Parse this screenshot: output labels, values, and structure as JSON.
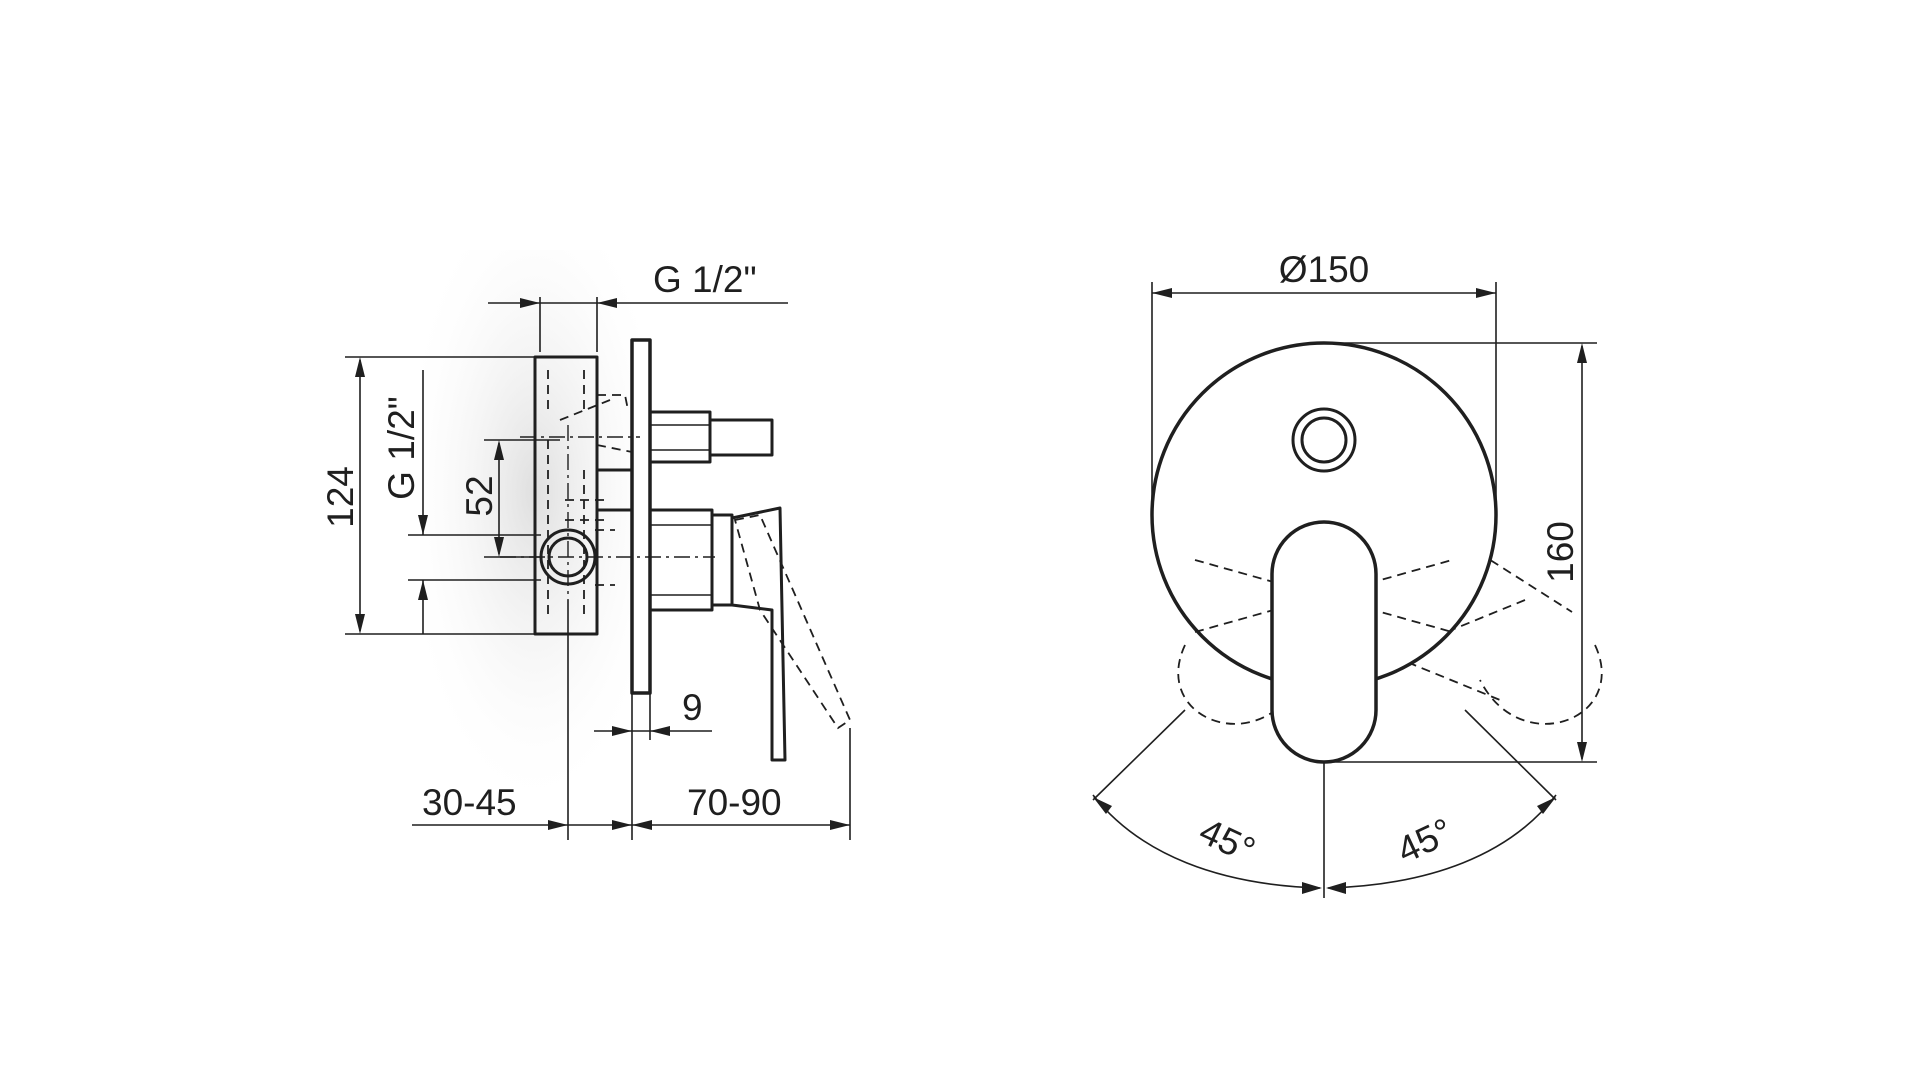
{
  "side_view": {
    "top_thread": "G 1/2\"",
    "height_total": "124",
    "side_thread": "G 1/2\"",
    "spacing": "52",
    "plate_thickness": "9",
    "depth_range": "30-45",
    "projection_range": "70-90"
  },
  "front_view": {
    "diameter": "Ø150",
    "height": "160",
    "angle_left": "45°",
    "angle_right": "45°"
  },
  "colors": {
    "line": "#1f1f1f",
    "background": "#ffffff"
  }
}
